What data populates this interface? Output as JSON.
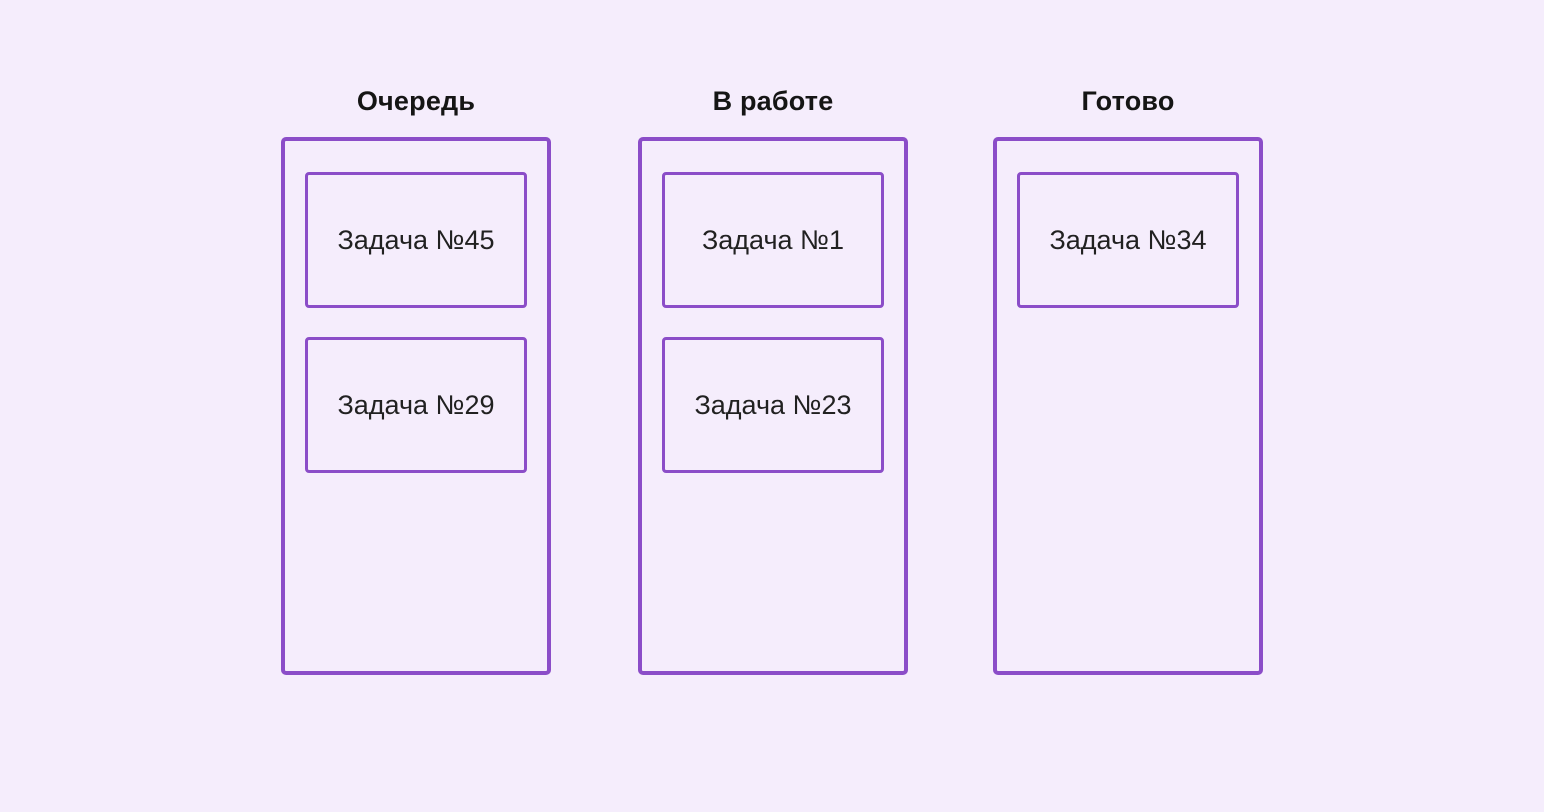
{
  "board": {
    "name": "kanban-board",
    "columns": [
      {
        "title": "Очередь",
        "cards": [
          "Задача №45",
          "Задача №29"
        ]
      },
      {
        "title": "В работе",
        "cards": [
          "Задача №1",
          "Задача №23"
        ]
      },
      {
        "title": "Готово",
        "cards": [
          "Задача №34"
        ]
      }
    ]
  },
  "colors": {
    "background": "#f5edfc",
    "outline": "#8b4dc8",
    "title_text": "#151515",
    "card_text": "#212121"
  }
}
